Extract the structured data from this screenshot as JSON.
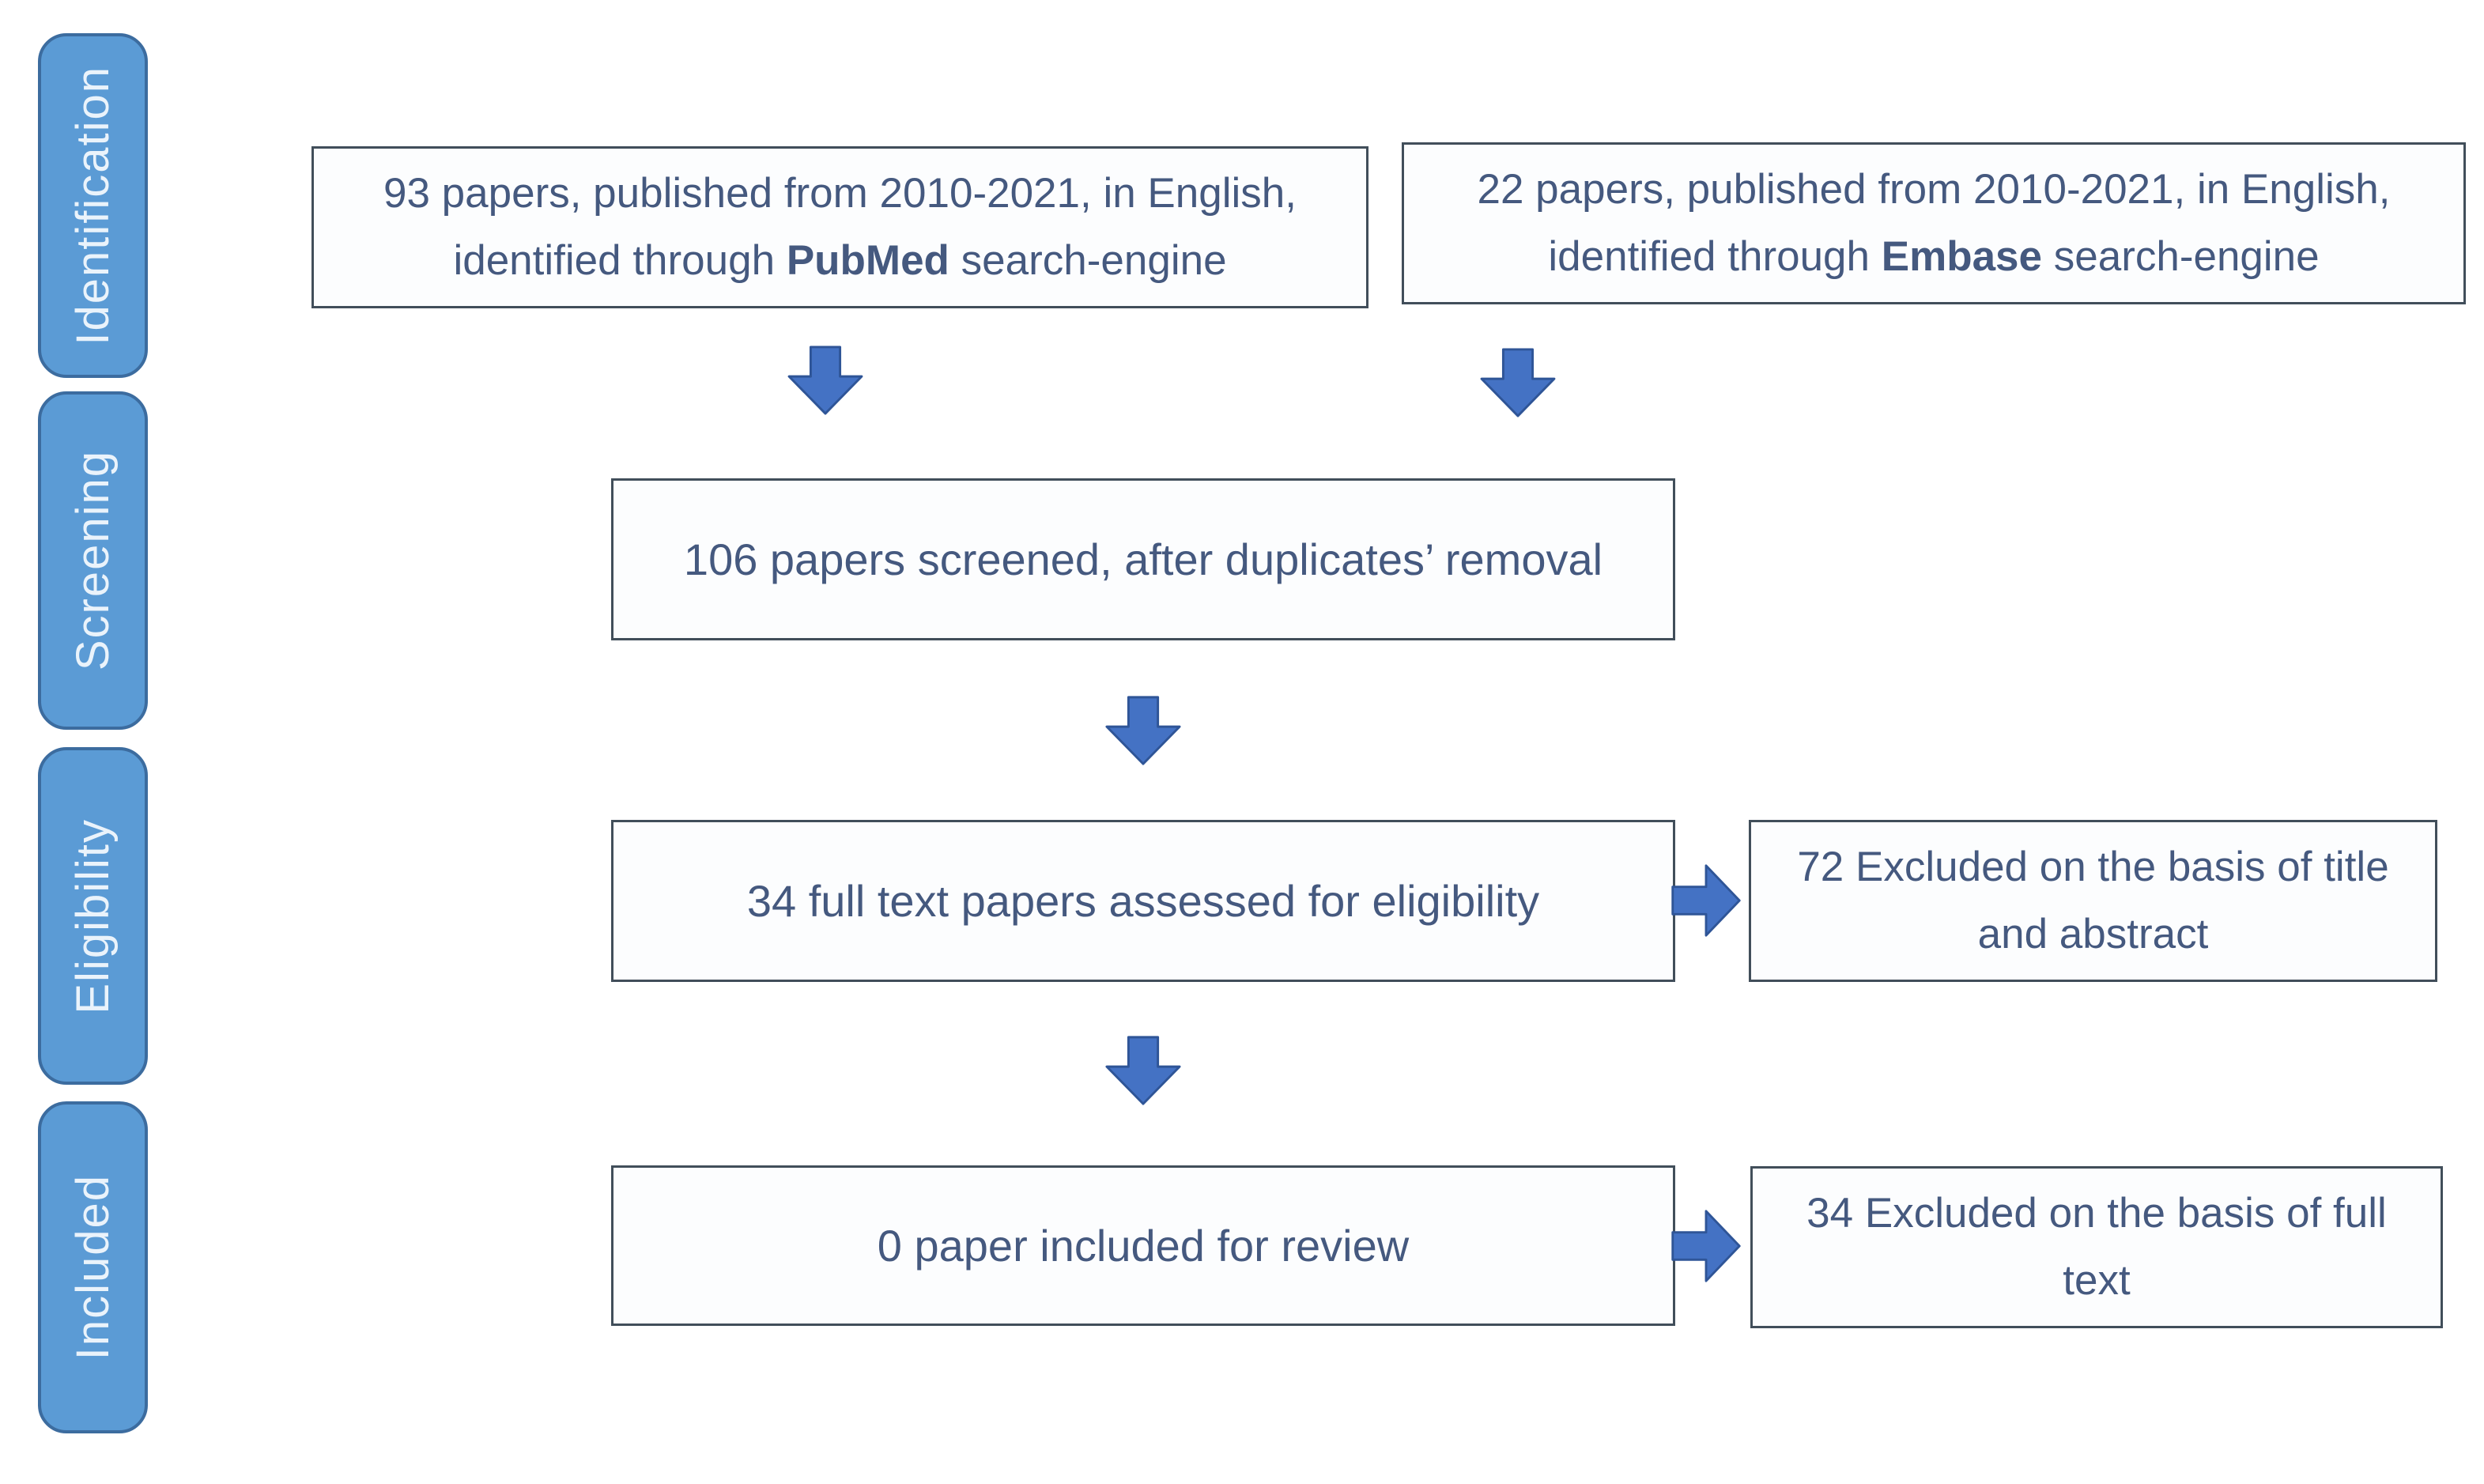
{
  "diagram": {
    "type": "prisma-flow-diagram",
    "stages": [
      "Identification",
      "Screening",
      "Eligibility",
      "Included"
    ],
    "nodes": {
      "pubmed": {
        "prefix": "93 papers, published from 2010-2021, in English, identified through ",
        "bold": "PubMed",
        "suffix": " search-engine"
      },
      "embase": {
        "prefix": "22 papers, published from 2010-2021, in English, identified through ",
        "bold": "Embase",
        "suffix": " search-engine"
      },
      "screened": {
        "text": "106 papers screened, after duplicates’ removal"
      },
      "full_text_assessed": {
        "text": "34 full text papers assessed for eligibility"
      },
      "excluded_title_abstract": {
        "text": "72 Excluded on the basis of title and abstract"
      },
      "included": {
        "text": "0 paper included for review"
      },
      "excluded_full_text": {
        "text": "34 Excluded on the basis of full text"
      }
    },
    "counts": {
      "pubmed": 93,
      "embase": 22,
      "screened": 106,
      "full_text_assessed": 34,
      "excluded_title_abstract": 72,
      "included": 0,
      "excluded_full_text": 34
    },
    "connections": [
      "pubmed -> screened",
      "embase -> screened",
      "screened -> full_text_assessed",
      "full_text_assessed -> excluded_title_abstract",
      "full_text_assessed -> included",
      "included -> excluded_full_text"
    ]
  },
  "colors": {
    "sidebar_fill": "#5b9bd5",
    "sidebar_border": "#3c6c9f",
    "arrow_fill": "#4472c4",
    "arrow_border": "#2f5597",
    "box_border": "#414e5a",
    "box_bg": "#fcfdfe",
    "text_blue": "#45597f",
    "sidebar_text": "#eaf3fb"
  }
}
